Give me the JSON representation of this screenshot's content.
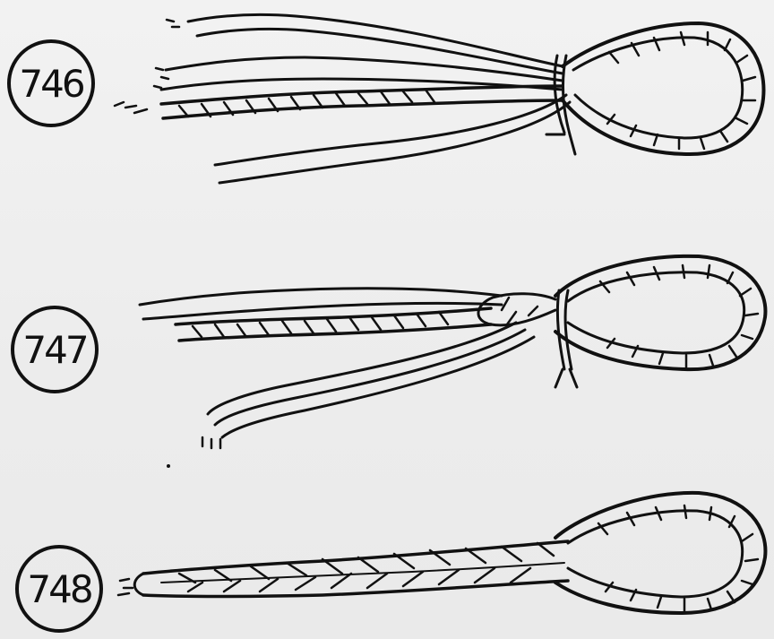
{
  "figures": [
    {
      "id": "746",
      "number": "746"
    },
    {
      "id": "747",
      "number": "747"
    },
    {
      "id": "748",
      "number": "748"
    }
  ],
  "colors": {
    "ink": "#111111",
    "paper": "#efefef"
  }
}
